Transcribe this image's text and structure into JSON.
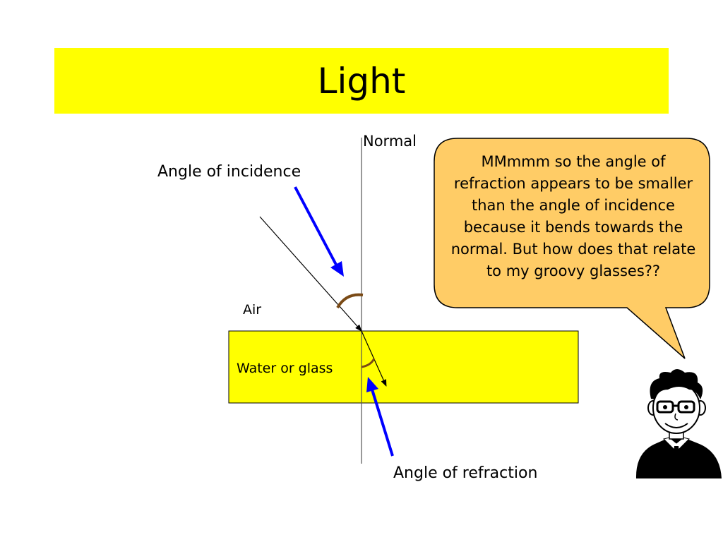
{
  "slide": {
    "title": "Light",
    "title_bg": "#ffff00"
  },
  "diagram": {
    "normal_label": "Normal",
    "incidence_label": "Angle of incidence",
    "refraction_label": "Angle of refraction",
    "air_label": "Air",
    "medium_label": "Water or glass",
    "medium_color": "#ffff00",
    "pointer_arrow_color": "#0000ff",
    "angle_arc_color": "#7a4a16"
  },
  "speech_bubble": {
    "text": "MMmmm so the angle of refraction appears to be smaller than the angle of incidence because it bends towards the normal. But how does that relate to my groovy glasses??",
    "fill_color": "#ffcc66"
  },
  "character": {
    "icon": "cartoon-man-with-glasses-icon"
  }
}
